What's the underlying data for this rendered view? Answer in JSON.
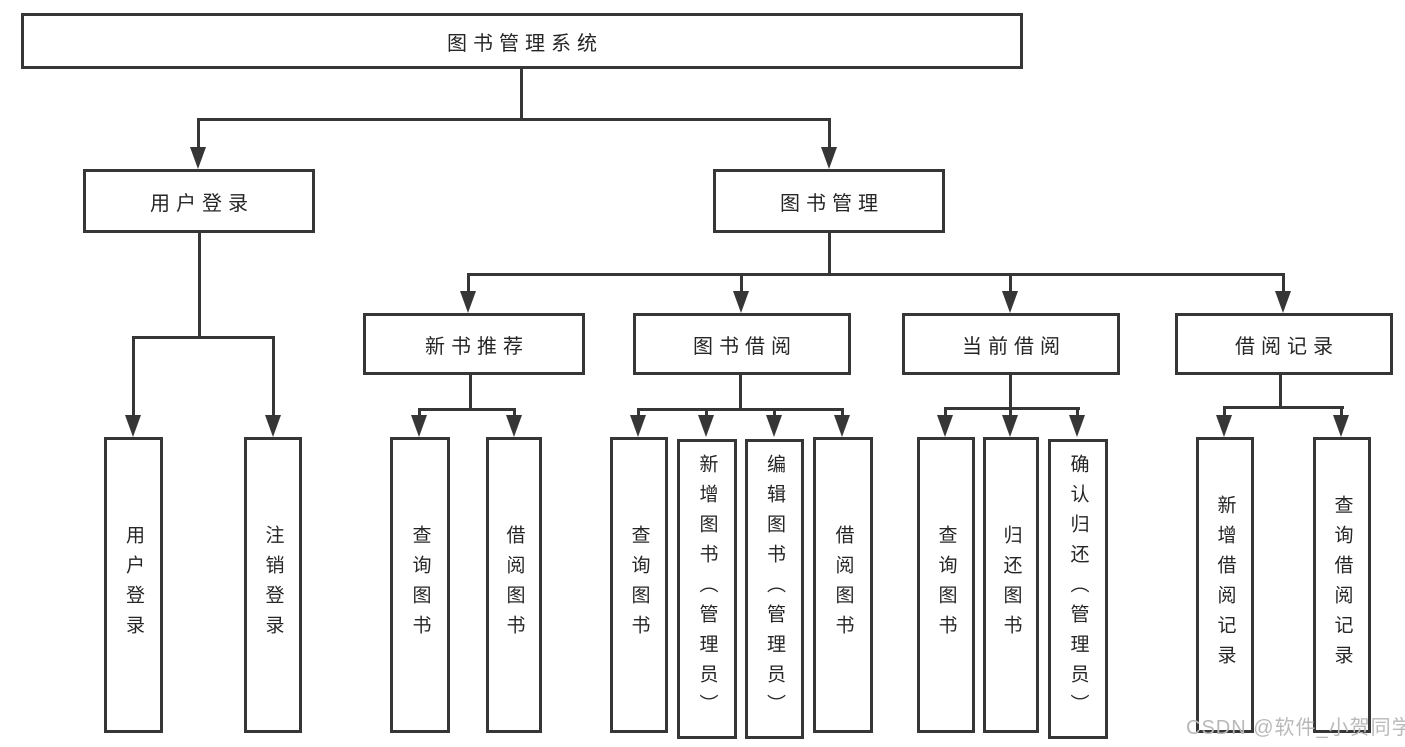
{
  "tree": {
    "label": "图书管理系统",
    "children": [
      {
        "label": "用户登录",
        "children": [
          {
            "label": "用户登录"
          },
          {
            "label": "注销登录"
          }
        ]
      },
      {
        "label": "图书管理",
        "children": [
          {
            "label": "新书推荐",
            "children": [
              {
                "label": "查询图书"
              },
              {
                "label": "借阅图书"
              }
            ]
          },
          {
            "label": "图书借阅",
            "children": [
              {
                "label": "查询图书"
              },
              {
                "label": "新增图书（管理员）"
              },
              {
                "label": "编辑图书（管理员）"
              },
              {
                "label": "借阅图书"
              }
            ]
          },
          {
            "label": "当前借阅",
            "children": [
              {
                "label": "查询图书"
              },
              {
                "label": "归还图书"
              },
              {
                "label": "确认归还（管理员）"
              }
            ]
          },
          {
            "label": "借阅记录",
            "children": [
              {
                "label": "新增借阅记录"
              },
              {
                "label": "查询借阅记录"
              }
            ]
          }
        ]
      }
    ]
  },
  "watermark": {
    "text": "CSDN @软件_小贺同学"
  },
  "colors": {
    "line": "#363636",
    "box_border": "#363636",
    "text": "#262626",
    "watermark": "#b9b9b9",
    "background": "#ffffff"
  }
}
